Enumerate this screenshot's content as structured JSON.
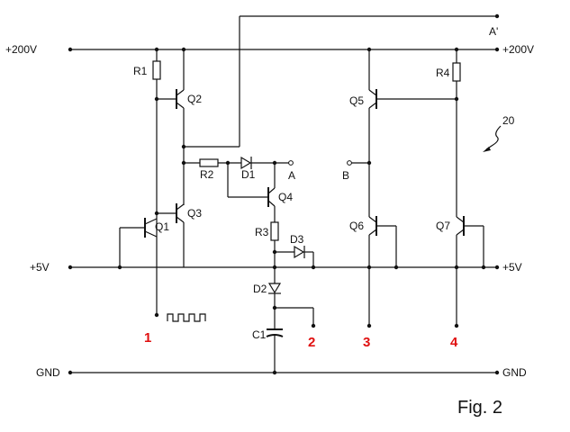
{
  "rails": {
    "v200_left": "+200V",
    "v200_right": "+200V",
    "v5_left": "+5V",
    "v5_right": "+5V",
    "gnd_left": "GND",
    "gnd_right": "GND",
    "a_prime": "A'"
  },
  "components": {
    "r1": "R1",
    "r2": "R2",
    "r3": "R3",
    "r4": "R4",
    "q1": "Q1",
    "q2": "Q2",
    "q3": "Q3",
    "q4": "Q4",
    "q5": "Q5",
    "q6": "Q6",
    "q7": "Q7",
    "d1": "D1",
    "d2": "D2",
    "d3": "D3",
    "c1": "C1"
  },
  "nodes": {
    "a": "A",
    "b": "B"
  },
  "terminals": {
    "t1": "1",
    "t2": "2",
    "t3": "3",
    "t4": "4"
  },
  "reference": "20",
  "figure_label": "Fig. 2",
  "colors": {
    "wire": "#111111",
    "terminal_label": "#e01010"
  }
}
